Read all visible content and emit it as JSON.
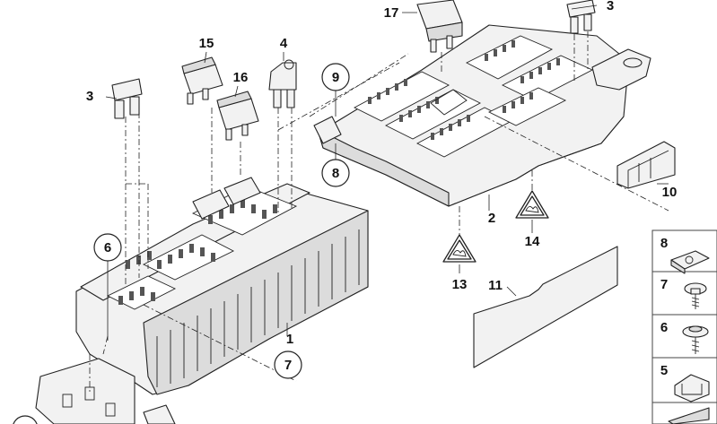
{
  "diagram": {
    "labels": {
      "l1": "1",
      "l2": "2",
      "l3a": "3",
      "l3b": "3",
      "l4": "4",
      "l5": "5",
      "l6c": "6",
      "l6": "6",
      "l7c": "7",
      "l7": "7",
      "l8c": "8",
      "l8": "8",
      "l9c": "9",
      "l10": "10",
      "l11": "11",
      "l13": "13",
      "l14": "14",
      "l15": "15",
      "l16": "16",
      "l17": "17"
    }
  }
}
